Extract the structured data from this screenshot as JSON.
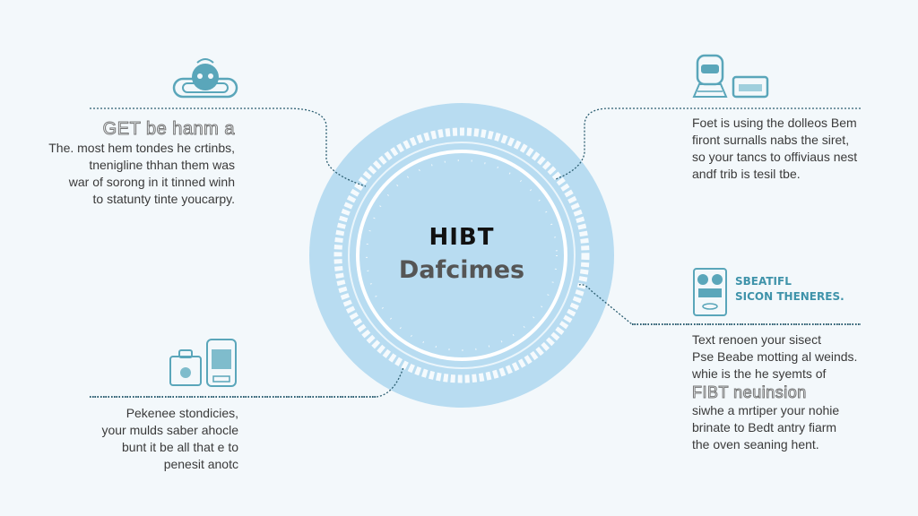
{
  "center": {
    "title": "HIBT",
    "subtitle": "Dafcimes"
  },
  "top_left": {
    "heading": "GET be hanm a",
    "lines": [
      "The. most hem tondes he crtinbs,",
      "tnenigline thhan them was",
      "war of sorong in it tinned winh",
      "to statunty tinte youcarpy."
    ],
    "icon": "robot-car-icon"
  },
  "top_right": {
    "lines": [
      "Foet is using the dolleos Bem",
      "firont surnalls nabs the siret,",
      "so your tancs to offiviaus nest",
      "andf trib is tesil tbe."
    ],
    "icons": [
      "train-icon",
      "box-icon"
    ]
  },
  "right": {
    "heading_lines": [
      "SBEATIFL",
      "SICON THENERES."
    ],
    "icon": "robot-face-icon",
    "lines": [
      "Text renoen your sisect",
      "Pse Beabe motting al weinds.",
      "whie is the he syemts of"
    ],
    "outline_heading": "FIBT neuinsion",
    "lines2": [
      "siwhe a mrtiper your nohie",
      "brinate to Bedt antry fiarm",
      "the oven seaning hent."
    ]
  },
  "bottom_left": {
    "icons": [
      "camera-bag-icon",
      "appliance-icon"
    ],
    "lines": [
      "Pekenee stondicies,",
      "your mulds saber ahocle",
      "bunt it be all that e to",
      "penesit anotc"
    ]
  },
  "colors": {
    "accent": "#3f93aa",
    "circle": "#b8dcf1",
    "background": "#f3f8fb"
  }
}
